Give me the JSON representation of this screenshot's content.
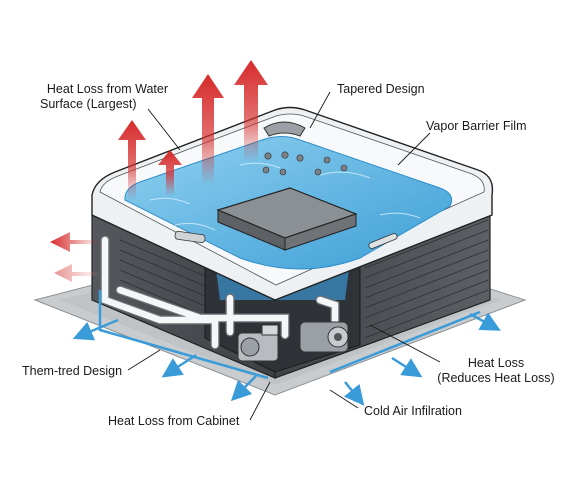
{
  "labels": {
    "heat_loss_surface_line1": "Heat Loss from Water",
    "heat_loss_surface_line2": "Surface (Largest)",
    "tapered_design": "Tapered Design",
    "vapor_barrier": "Vapor Barrier Film",
    "them_tred_design": "Them-tred Design",
    "heat_loss_right_line1": "Heat Loss",
    "heat_loss_right_line2": "(Reduces Heat Loss)",
    "cold_air": "Cold Air Infilration",
    "heat_loss_cabinet": "Heat Loss from Cabinet"
  },
  "colors": {
    "water": "#5fb6e4",
    "water_dark": "#2f8fc9",
    "shell": "#f2f4f5",
    "cabinet": "#4a4d52",
    "cabinet_light": "#6a6e74",
    "base_mat": "#c9cccf",
    "heat_arrow": "#d62b2b",
    "cold_arrow": "#3a9bd9",
    "pipe": "#f4f6f7"
  }
}
